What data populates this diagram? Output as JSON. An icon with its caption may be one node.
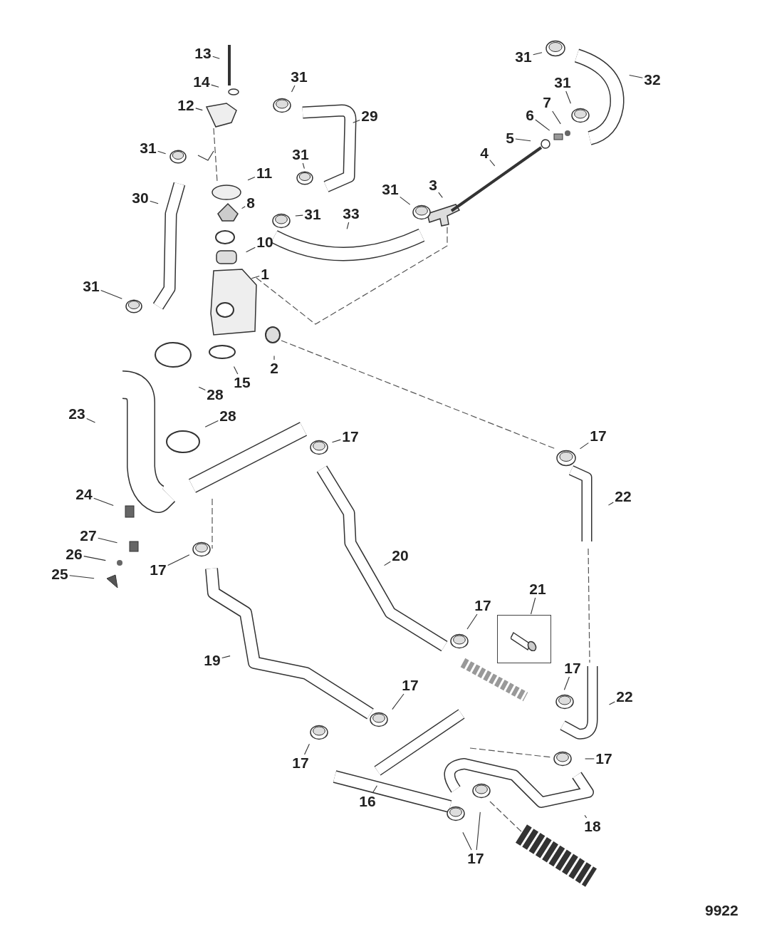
{
  "diagram": {
    "nodes": [
      {
        "text": [
          "13"
        ]
      },
      {
        "text": [
          "14"
        ]
      },
      {
        "text": [
          "12"
        ]
      },
      {
        "text": [
          "31"
        ]
      },
      {
        "text": [
          "30"
        ]
      },
      {
        "text": [
          "31"
        ]
      },
      {
        "text": [
          "31"
        ]
      },
      {
        "text": [
          "29"
        ]
      },
      {
        "text": [
          "31"
        ]
      },
      {
        "text": [
          "11"
        ]
      },
      {
        "text": [
          "8"
        ]
      },
      {
        "text": [
          "10"
        ]
      },
      {
        "text": [
          "1"
        ]
      },
      {
        "text": [
          "31"
        ]
      },
      {
        "text": [
          "33"
        ]
      },
      {
        "text": [
          "31"
        ]
      },
      {
        "text": [
          "3"
        ]
      },
      {
        "text": [
          "4"
        ]
      },
      {
        "text": [
          "5"
        ]
      },
      {
        "text": [
          "6"
        ]
      },
      {
        "text": [
          "7"
        ]
      },
      {
        "text": [
          "31"
        ]
      },
      {
        "text": [
          "32"
        ]
      },
      {
        "text": [
          "31"
        ]
      },
      {
        "text": [
          "15"
        ]
      },
      {
        "text": [
          "2"
        ]
      },
      {
        "text": [
          "28"
        ]
      },
      {
        "text": [
          "23"
        ]
      },
      {
        "text": [
          "28"
        ]
      },
      {
        "text": [
          "17"
        ]
      },
      {
        "text": [
          "17"
        ]
      },
      {
        "text": [
          "22"
        ]
      },
      {
        "text": [
          "24"
        ]
      },
      {
        "text": [
          "27"
        ]
      },
      {
        "text": [
          "26"
        ]
      },
      {
        "text": [
          "25"
        ]
      },
      {
        "text": [
          "17"
        ]
      },
      {
        "text": [
          "20"
        ]
      },
      {
        "text": [
          "21"
        ]
      },
      {
        "text": [],
        "shape": "box"
      },
      {
        "text": [
          "17"
        ]
      },
      {
        "text": [
          "19"
        ]
      },
      {
        "text": [
          "17"
        ]
      },
      {
        "text": [
          "22"
        ]
      },
      {
        "text": [
          "17"
        ]
      },
      {
        "text": [
          "17"
        ]
      },
      {
        "text": [
          "17"
        ]
      },
      {
        "text": [
          "16"
        ]
      },
      {
        "text": [
          "18"
        ]
      },
      {
        "text": [
          "17"
        ]
      }
    ],
    "edges": [
      {
        "from": 0,
        "to": null,
        "arrow": "none"
      },
      {
        "from": 1,
        "to": null,
        "arrow": "none"
      },
      {
        "from": 2,
        "to": null,
        "arrow": "none"
      },
      {
        "from": 3,
        "to": null,
        "arrow": "none"
      },
      {
        "from": 4,
        "to": null,
        "arrow": "none"
      },
      {
        "from": 5,
        "to": null,
        "arrow": "none"
      },
      {
        "from": 6,
        "to": null,
        "arrow": "none"
      },
      {
        "from": 7,
        "to": null,
        "arrow": "none"
      },
      {
        "from": 8,
        "to": null,
        "arrow": "none"
      },
      {
        "from": 9,
        "to": null,
        "arrow": "none"
      },
      {
        "from": 10,
        "to": null,
        "arrow": "none"
      },
      {
        "from": 11,
        "to": null,
        "arrow": "none"
      },
      {
        "from": 12,
        "to": null,
        "arrow": "none"
      },
      {
        "from": 13,
        "to": null,
        "arrow": "none"
      },
      {
        "from": 14,
        "to": null,
        "arrow": "none"
      },
      {
        "from": 15,
        "to": null,
        "arrow": "none"
      },
      {
        "from": 16,
        "to": null,
        "arrow": "none"
      },
      {
        "from": 17,
        "to": null,
        "arrow": "none"
      },
      {
        "from": 18,
        "to": null,
        "arrow": "none"
      },
      {
        "from": 19,
        "to": null,
        "arrow": "none"
      },
      {
        "from": 20,
        "to": null,
        "arrow": "none"
      },
      {
        "from": 21,
        "to": null,
        "arrow": "none"
      },
      {
        "from": 22,
        "to": null,
        "arrow": "none"
      },
      {
        "from": 23,
        "to": null,
        "arrow": "none"
      },
      {
        "from": 24,
        "to": null,
        "arrow": "none"
      },
      {
        "from": 25,
        "to": null,
        "arrow": "none"
      },
      {
        "from": 26,
        "to": null,
        "arrow": "none"
      },
      {
        "from": 27,
        "to": null,
        "arrow": "none"
      },
      {
        "from": 28,
        "to": null,
        "arrow": "none"
      },
      {
        "from": 29,
        "to": null,
        "arrow": "none"
      },
      {
        "from": 30,
        "to": null,
        "arrow": "none"
      },
      {
        "from": 31,
        "to": null,
        "arrow": "none"
      },
      {
        "from": 32,
        "to": null,
        "arrow": "none"
      },
      {
        "from": 33,
        "to": null,
        "arrow": "none"
      },
      {
        "from": 34,
        "to": null,
        "arrow": "none"
      },
      {
        "from": 35,
        "to": null,
        "arrow": "none"
      },
      {
        "from": 36,
        "to": null,
        "arrow": "none"
      },
      {
        "from": 37,
        "to": null,
        "arrow": "none"
      },
      {
        "from": 38,
        "to": 39,
        "arrow": "none"
      },
      {
        "from": 40,
        "to": null,
        "arrow": "none"
      },
      {
        "from": 41,
        "to": null,
        "arrow": "none"
      },
      {
        "from": 42,
        "to": null,
        "arrow": "none"
      },
      {
        "from": 43,
        "to": null,
        "arrow": "none"
      },
      {
        "from": 44,
        "to": null,
        "arrow": "none"
      },
      {
        "from": 45,
        "to": null,
        "arrow": "none"
      },
      {
        "from": 46,
        "to": null,
        "arrow": "none"
      },
      {
        "from": 47,
        "to": null,
        "arrow": "none"
      },
      {
        "from": 48,
        "to": null,
        "arrow": "none"
      },
      {
        "from": 49,
        "to": null,
        "arrow": "none"
      },
      {
        "from": 49,
        "to": null,
        "arrow": "none"
      }
    ],
    "labels": [
      "9922"
    ]
  }
}
